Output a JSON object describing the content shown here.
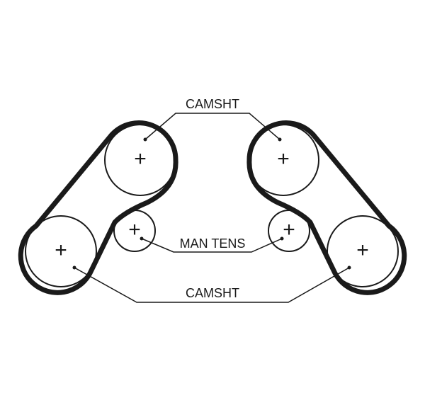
{
  "labels": {
    "camshaft_top": "CAMSHT",
    "tensioner": "MAN TENS",
    "camshaft_bottom": "CAMSHT"
  },
  "pulley_marker": "+",
  "colors": {
    "belt": "#1a1a1a",
    "line": "#1a1a1a",
    "background": "#ffffff"
  }
}
